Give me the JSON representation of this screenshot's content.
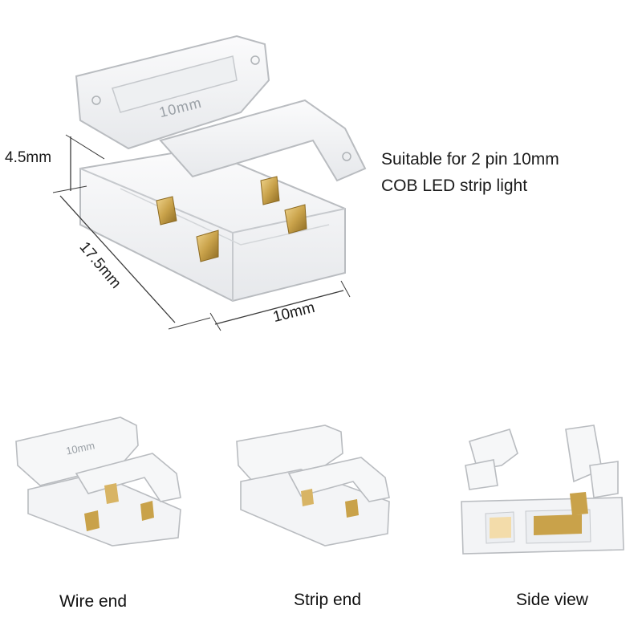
{
  "description": {
    "line1": "Suitable for 2 pin 10mm",
    "line2": "COB LED strip light"
  },
  "dimensions": {
    "height": "4.5mm",
    "length": "17.5mm",
    "width": "10mm"
  },
  "connector_marking": "10mm",
  "views": [
    {
      "caption": "Wire end"
    },
    {
      "caption": "Strip end"
    },
    {
      "caption": "Side view"
    }
  ],
  "colors": {
    "plastic_outline": "#b9bcc0",
    "plastic_fill": "#f3f4f6",
    "pin": "#c9a24a",
    "dimension_line": "#3a3a3a"
  }
}
